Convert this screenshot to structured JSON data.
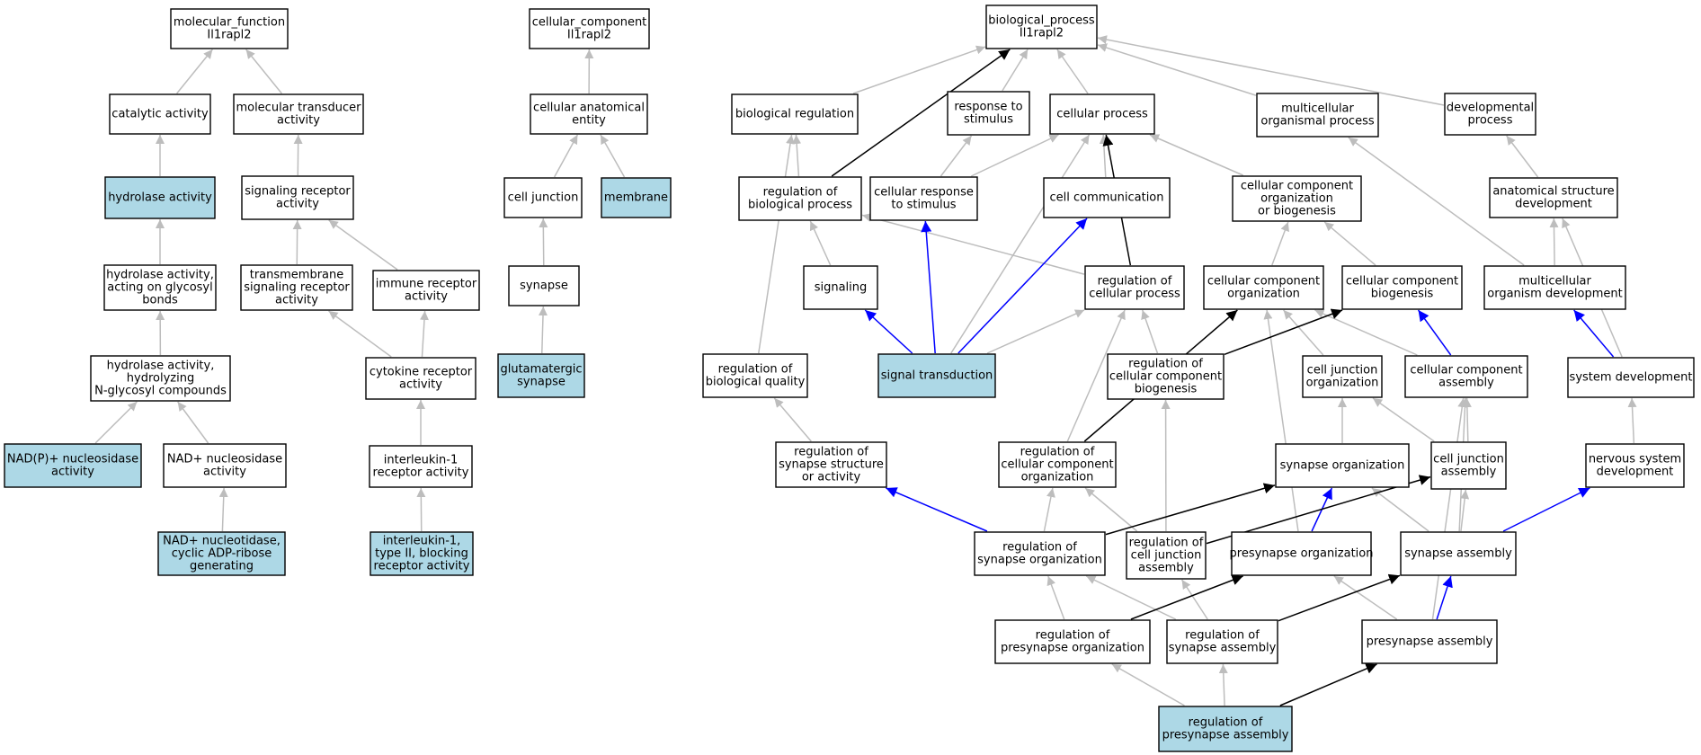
{
  "colors": {
    "highlight": "#add8e6",
    "plain": "#ffffff",
    "edge_gray": "#bdbdbd",
    "edge_black": "#000000",
    "edge_blue": "#0000ff"
  },
  "nodes": [
    {
      "id": "mf",
      "lines": [
        "molecular_function",
        "Il1rapl2"
      ],
      "hl": false
    },
    {
      "id": "cat",
      "lines": [
        "catalytic activity"
      ],
      "hl": false
    },
    {
      "id": "mta",
      "lines": [
        "molecular transducer",
        "activity"
      ],
      "hl": false
    },
    {
      "id": "hyd",
      "lines": [
        "hydrolase activity"
      ],
      "hl": true
    },
    {
      "id": "sra",
      "lines": [
        "signaling receptor",
        "activity"
      ],
      "hl": false
    },
    {
      "id": "hglyc",
      "lines": [
        "hydrolase activity,",
        "acting on glycosyl",
        "bonds"
      ],
      "hl": false
    },
    {
      "id": "tmsr",
      "lines": [
        "transmembrane",
        "signaling receptor",
        "activity"
      ],
      "hl": false
    },
    {
      "id": "imm",
      "lines": [
        "immune receptor",
        "activity"
      ],
      "hl": false
    },
    {
      "id": "hnglyc",
      "lines": [
        "hydrolase activity,",
        "hydrolyzing",
        "N-glycosyl compounds"
      ],
      "hl": false
    },
    {
      "id": "cyto",
      "lines": [
        "cytokine receptor",
        "activity"
      ],
      "hl": false
    },
    {
      "id": "nadp",
      "lines": [
        "NAD(P)+ nucleosidase",
        "activity"
      ],
      "hl": true
    },
    {
      "id": "nad",
      "lines": [
        "NAD+ nucleosidase",
        "activity"
      ],
      "hl": false
    },
    {
      "id": "il1r",
      "lines": [
        "interleukin-1",
        "receptor activity"
      ],
      "hl": false
    },
    {
      "id": "nadcyc",
      "lines": [
        "NAD+ nucleotidase,",
        "cyclic ADP-ribose",
        "generating"
      ],
      "hl": true
    },
    {
      "id": "il1t2",
      "lines": [
        "interleukin-1,",
        "type II, blocking",
        "receptor activity"
      ],
      "hl": true
    },
    {
      "id": "cc",
      "lines": [
        "cellular_component",
        "Il1rapl2"
      ],
      "hl": false
    },
    {
      "id": "cae",
      "lines": [
        "cellular anatomical",
        "entity"
      ],
      "hl": false
    },
    {
      "id": "cj",
      "lines": [
        "cell junction"
      ],
      "hl": false
    },
    {
      "id": "mem",
      "lines": [
        "membrane"
      ],
      "hl": true
    },
    {
      "id": "syn",
      "lines": [
        "synapse"
      ],
      "hl": false
    },
    {
      "id": "glut",
      "lines": [
        "glutamatergic",
        "synapse"
      ],
      "hl": true
    },
    {
      "id": "bp",
      "lines": [
        "biological_process",
        "Il1rapl2"
      ],
      "hl": false
    },
    {
      "id": "breg",
      "lines": [
        "biological regulation"
      ],
      "hl": false
    },
    {
      "id": "rts",
      "lines": [
        "response to",
        "stimulus"
      ],
      "hl": false
    },
    {
      "id": "cp",
      "lines": [
        "cellular process"
      ],
      "hl": false
    },
    {
      "id": "mop",
      "lines": [
        "multicellular",
        "organismal process"
      ],
      "hl": false
    },
    {
      "id": "dp",
      "lines": [
        "developmental",
        "process"
      ],
      "hl": false
    },
    {
      "id": "rbp",
      "lines": [
        "regulation of",
        "biological process"
      ],
      "hl": false
    },
    {
      "id": "crs",
      "lines": [
        "cellular response",
        "to stimulus"
      ],
      "hl": false
    },
    {
      "id": "ccom",
      "lines": [
        "cell communication"
      ],
      "hl": false
    },
    {
      "id": "ccob",
      "lines": [
        "cellular component",
        "organization",
        "or biogenesis"
      ],
      "hl": false
    },
    {
      "id": "asd",
      "lines": [
        "anatomical structure",
        "development"
      ],
      "hl": false
    },
    {
      "id": "sig",
      "lines": [
        "signaling"
      ],
      "hl": false
    },
    {
      "id": "rcp",
      "lines": [
        "regulation of",
        "cellular process"
      ],
      "hl": false
    },
    {
      "id": "cco",
      "lines": [
        "cellular component",
        "organization"
      ],
      "hl": false
    },
    {
      "id": "ccb",
      "lines": [
        "cellular component",
        "biogenesis"
      ],
      "hl": false
    },
    {
      "id": "mod",
      "lines": [
        "multicellular",
        "organism development"
      ],
      "hl": false
    },
    {
      "id": "rbq",
      "lines": [
        "regulation of",
        "biological quality"
      ],
      "hl": false
    },
    {
      "id": "st",
      "lines": [
        "signal transduction"
      ],
      "hl": true
    },
    {
      "id": "rccb",
      "lines": [
        "regulation of",
        "cellular component",
        "biogenesis"
      ],
      "hl": false
    },
    {
      "id": "cjo",
      "lines": [
        "cell junction",
        "organization"
      ],
      "hl": false
    },
    {
      "id": "cca",
      "lines": [
        "cellular component",
        "assembly"
      ],
      "hl": false
    },
    {
      "id": "sd",
      "lines": [
        "system development"
      ],
      "hl": false
    },
    {
      "id": "rssa",
      "lines": [
        "regulation of",
        "synapse structure",
        "or activity"
      ],
      "hl": false
    },
    {
      "id": "rcco",
      "lines": [
        "regulation of",
        "cellular component",
        "organization"
      ],
      "hl": false
    },
    {
      "id": "so",
      "lines": [
        "synapse organization"
      ],
      "hl": false
    },
    {
      "id": "cja",
      "lines": [
        "cell junction",
        "assembly"
      ],
      "hl": false
    },
    {
      "id": "nsd",
      "lines": [
        "nervous system",
        "development"
      ],
      "hl": false
    },
    {
      "id": "rso",
      "lines": [
        "regulation of",
        "synapse organization"
      ],
      "hl": false
    },
    {
      "id": "rcja",
      "lines": [
        "regulation of",
        "cell junction",
        "assembly"
      ],
      "hl": false
    },
    {
      "id": "pso",
      "lines": [
        "presynapse organization"
      ],
      "hl": false
    },
    {
      "id": "sa",
      "lines": [
        "synapse assembly"
      ],
      "hl": false
    },
    {
      "id": "rpo",
      "lines": [
        "regulation of",
        "presynapse organization"
      ],
      "hl": false
    },
    {
      "id": "rsa",
      "lines": [
        "regulation of",
        "synapse assembly"
      ],
      "hl": false
    },
    {
      "id": "pa",
      "lines": [
        "presynapse assembly"
      ],
      "hl": false
    },
    {
      "id": "rpa",
      "lines": [
        "regulation of",
        "presynapse assembly"
      ],
      "hl": true
    }
  ],
  "edges": [
    {
      "from": "cat",
      "to": "mf",
      "kind": "is_a"
    },
    {
      "from": "mta",
      "to": "mf",
      "kind": "is_a"
    },
    {
      "from": "hyd",
      "to": "cat",
      "kind": "is_a"
    },
    {
      "from": "sra",
      "to": "mta",
      "kind": "is_a"
    },
    {
      "from": "hglyc",
      "to": "hyd",
      "kind": "is_a"
    },
    {
      "from": "tmsr",
      "to": "sra",
      "kind": "is_a"
    },
    {
      "from": "imm",
      "to": "sra",
      "kind": "is_a"
    },
    {
      "from": "hnglyc",
      "to": "hglyc",
      "kind": "is_a"
    },
    {
      "from": "cyto",
      "to": "tmsr",
      "kind": "is_a"
    },
    {
      "from": "cyto",
      "to": "imm",
      "kind": "is_a"
    },
    {
      "from": "nadp",
      "to": "hnglyc",
      "kind": "is_a"
    },
    {
      "from": "nad",
      "to": "hnglyc",
      "kind": "is_a"
    },
    {
      "from": "il1r",
      "to": "cyto",
      "kind": "is_a"
    },
    {
      "from": "nadcyc",
      "to": "nad",
      "kind": "is_a"
    },
    {
      "from": "il1t2",
      "to": "il1r",
      "kind": "is_a"
    },
    {
      "from": "cae",
      "to": "cc",
      "kind": "is_a"
    },
    {
      "from": "cj",
      "to": "cae",
      "kind": "is_a"
    },
    {
      "from": "mem",
      "to": "cae",
      "kind": "is_a"
    },
    {
      "from": "syn",
      "to": "cj",
      "kind": "is_a"
    },
    {
      "from": "glut",
      "to": "syn",
      "kind": "is_a"
    },
    {
      "from": "breg",
      "to": "bp",
      "kind": "is_a"
    },
    {
      "from": "rbp",
      "to": "bp",
      "kind": "regulates"
    },
    {
      "from": "rts",
      "to": "bp",
      "kind": "is_a"
    },
    {
      "from": "cp",
      "to": "bp",
      "kind": "is_a"
    },
    {
      "from": "mop",
      "to": "bp",
      "kind": "is_a"
    },
    {
      "from": "dp",
      "to": "bp",
      "kind": "is_a"
    },
    {
      "from": "rbp",
      "to": "breg",
      "kind": "is_a"
    },
    {
      "from": "rbq",
      "to": "breg",
      "kind": "is_a"
    },
    {
      "from": "crs",
      "to": "rts",
      "kind": "is_a"
    },
    {
      "from": "crs",
      "to": "cp",
      "kind": "is_a"
    },
    {
      "from": "ccom",
      "to": "cp",
      "kind": "is_a"
    },
    {
      "from": "ccob",
      "to": "cp",
      "kind": "is_a"
    },
    {
      "from": "st",
      "to": "cp",
      "kind": "is_a"
    },
    {
      "from": "rcp",
      "to": "cp",
      "kind": "regulates"
    },
    {
      "from": "mod",
      "to": "mop",
      "kind": "is_a"
    },
    {
      "from": "asd",
      "to": "dp",
      "kind": "is_a"
    },
    {
      "from": "sig",
      "to": "rbp",
      "kind": "is_a"
    },
    {
      "from": "rcp",
      "to": "rbp",
      "kind": "is_a"
    },
    {
      "from": "st",
      "to": "crs",
      "kind": "part_of"
    },
    {
      "from": "st",
      "to": "ccom",
      "kind": "part_of"
    },
    {
      "from": "cco",
      "to": "ccob",
      "kind": "is_a"
    },
    {
      "from": "ccb",
      "to": "ccob",
      "kind": "is_a"
    },
    {
      "from": "mod",
      "to": "asd",
      "kind": "is_a"
    },
    {
      "from": "sd",
      "to": "asd",
      "kind": "is_a"
    },
    {
      "from": "st",
      "to": "sig",
      "kind": "part_of"
    },
    {
      "from": "st",
      "to": "rcp",
      "kind": "is_a"
    },
    {
      "from": "rccb",
      "to": "rcp",
      "kind": "is_a"
    },
    {
      "from": "rcco",
      "to": "rcp",
      "kind": "is_a"
    },
    {
      "from": "cjo",
      "to": "cco",
      "kind": "is_a"
    },
    {
      "from": "cca",
      "to": "cco",
      "kind": "is_a"
    },
    {
      "from": "pso",
      "to": "cco",
      "kind": "is_a"
    },
    {
      "from": "rcco",
      "to": "cco",
      "kind": "regulates"
    },
    {
      "from": "cca",
      "to": "ccb",
      "kind": "part_of"
    },
    {
      "from": "rccb",
      "to": "ccb",
      "kind": "regulates"
    },
    {
      "from": "sd",
      "to": "mod",
      "kind": "part_of"
    },
    {
      "from": "rssa",
      "to": "rbq",
      "kind": "is_a"
    },
    {
      "from": "rcja",
      "to": "rccb",
      "kind": "is_a"
    },
    {
      "from": "so",
      "to": "cjo",
      "kind": "is_a"
    },
    {
      "from": "cja",
      "to": "cjo",
      "kind": "is_a"
    },
    {
      "from": "cja",
      "to": "cca",
      "kind": "is_a"
    },
    {
      "from": "sa",
      "to": "cca",
      "kind": "is_a"
    },
    {
      "from": "pa",
      "to": "cca",
      "kind": "is_a"
    },
    {
      "from": "nsd",
      "to": "sd",
      "kind": "is_a"
    },
    {
      "from": "rso",
      "to": "rssa",
      "kind": "part_of"
    },
    {
      "from": "rso",
      "to": "rcco",
      "kind": "is_a"
    },
    {
      "from": "rcja",
      "to": "rcco",
      "kind": "is_a"
    },
    {
      "from": "rso",
      "to": "so",
      "kind": "regulates"
    },
    {
      "from": "pso",
      "to": "so",
      "kind": "part_of"
    },
    {
      "from": "sa",
      "to": "so",
      "kind": "is_a"
    },
    {
      "from": "rcja",
      "to": "cja",
      "kind": "regulates"
    },
    {
      "from": "sa",
      "to": "cja",
      "kind": "is_a"
    },
    {
      "from": "sa",
      "to": "nsd",
      "kind": "part_of"
    },
    {
      "from": "rpo",
      "to": "rso",
      "kind": "is_a"
    },
    {
      "from": "rsa",
      "to": "rso",
      "kind": "is_a"
    },
    {
      "from": "rsa",
      "to": "rcja",
      "kind": "is_a"
    },
    {
      "from": "rpo",
      "to": "pso",
      "kind": "regulates"
    },
    {
      "from": "pa",
      "to": "pso",
      "kind": "is_a"
    },
    {
      "from": "rsa",
      "to": "sa",
      "kind": "regulates"
    },
    {
      "from": "pa",
      "to": "sa",
      "kind": "part_of"
    },
    {
      "from": "rpa",
      "to": "rpo",
      "kind": "is_a"
    },
    {
      "from": "rpa",
      "to": "rsa",
      "kind": "is_a"
    },
    {
      "from": "rpa",
      "to": "pa",
      "kind": "regulates"
    }
  ]
}
